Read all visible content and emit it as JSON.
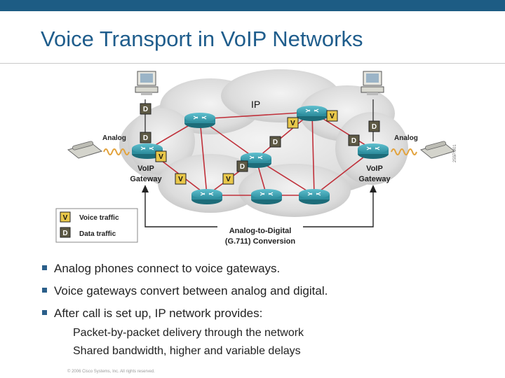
{
  "slide": {
    "title": "Voice Transport in VoIP Networks"
  },
  "diagram": {
    "cloud_label": "IP",
    "analog_left": "Analog",
    "analog_right": "Analog",
    "gateway_left_line1": "VoIP",
    "gateway_left_line2": "Gateway",
    "gateway_right_line1": "VoIP",
    "gateway_right_line2": "Gateway",
    "conversion_line1": "Analog-to-Digital",
    "conversion_line2": "(G.711) Conversion",
    "voice_marker": "V",
    "data_marker": "D",
    "legend": {
      "voice_label": "Voice traffic",
      "data_label": "Data traffic"
    },
    "figure_id": "255P:901",
    "colors": {
      "voice": "#e8c74a",
      "data": "#5e5a45",
      "link": "#c0303a",
      "router": "#2e8e9e",
      "wave": "#e2a23c"
    }
  },
  "bullets": [
    {
      "text": "Analog phones connect to voice gateways."
    },
    {
      "text": "Voice gateways convert between analog and digital."
    },
    {
      "text": "After call is set up, IP network provides:"
    }
  ],
  "sub_bullets": [
    {
      "text": "Packet-by-packet delivery through the network"
    },
    {
      "text": "Shared bandwidth, higher and variable delays"
    }
  ],
  "footer": {
    "copyright": "© 2006 Cisco Systems, Inc. All rights reserved."
  }
}
